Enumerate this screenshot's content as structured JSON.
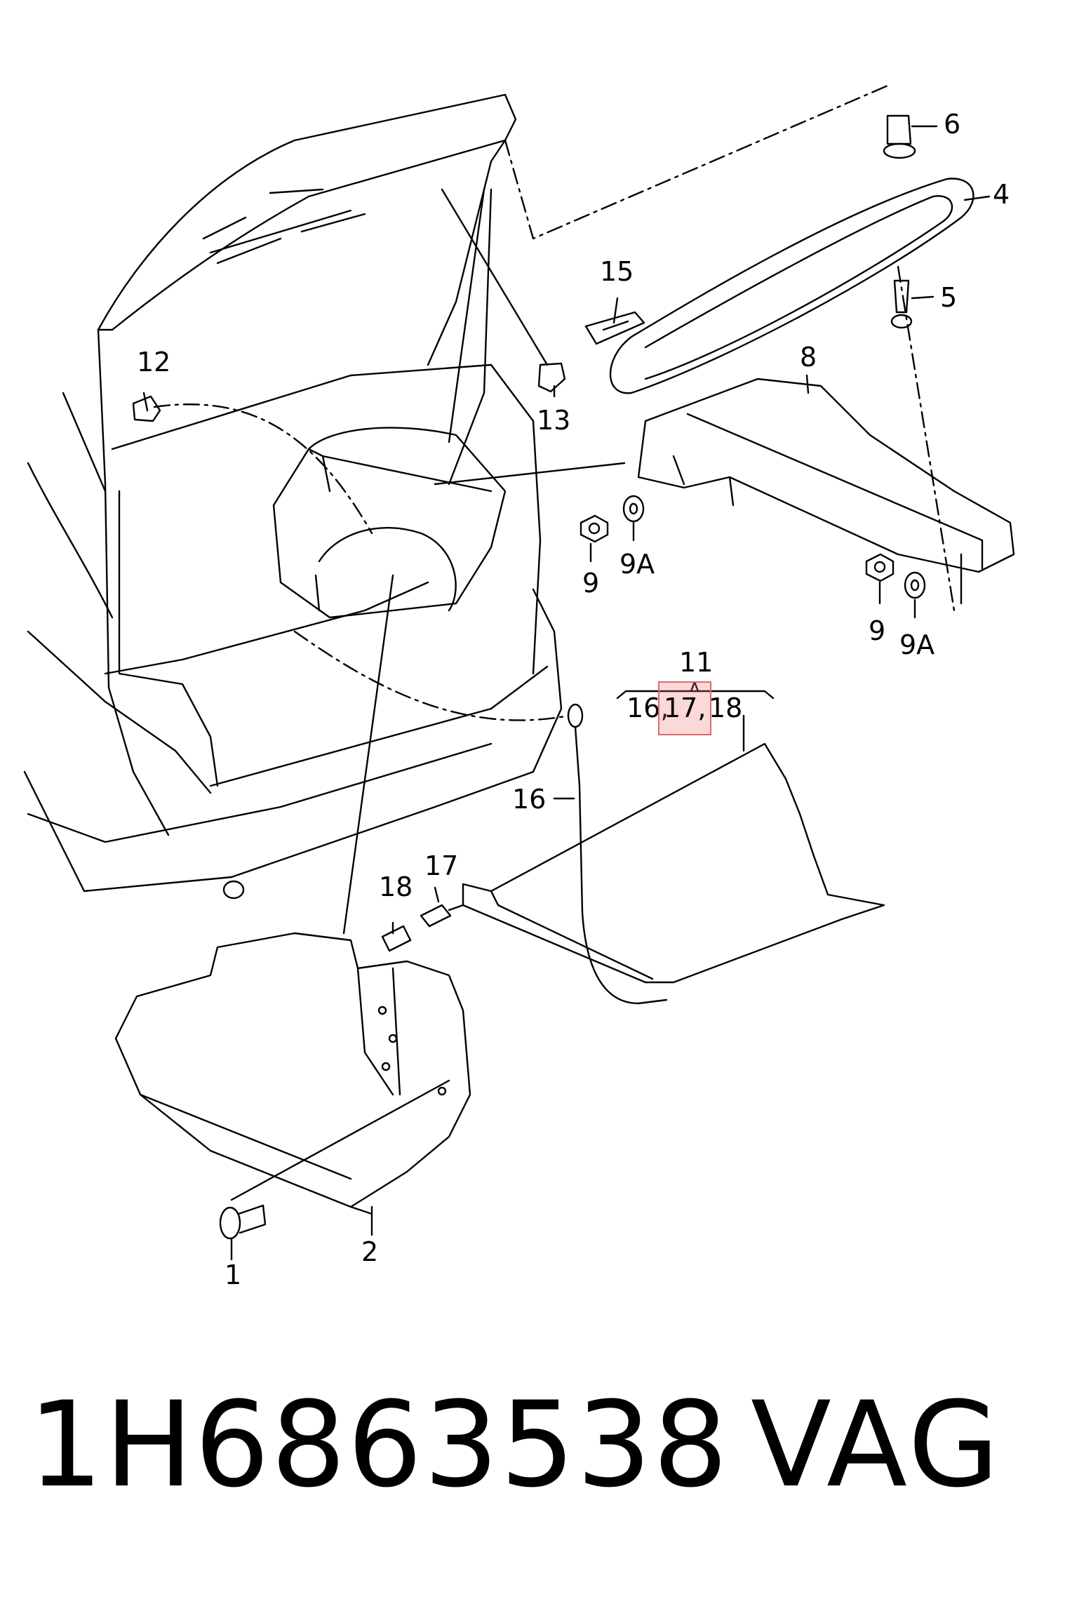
{
  "diagram": {
    "callouts": {
      "c1": "1",
      "c2": "2",
      "c4": "4",
      "c5": "5",
      "c6": "6",
      "c8": "8",
      "c9a": "9",
      "c9Aa": "9A",
      "c9b": "9",
      "c9Ab": "9A",
      "c11": "11",
      "c12": "12",
      "c13": "13",
      "c15": "15",
      "c16": "16",
      "c17": "17",
      "c18": "18",
      "group_a": "16,",
      "group_b": "17,",
      "group_c": "18"
    },
    "highlighted_callout": "17"
  },
  "caption": {
    "part_number": "1H6863538",
    "brand": "VAG"
  }
}
